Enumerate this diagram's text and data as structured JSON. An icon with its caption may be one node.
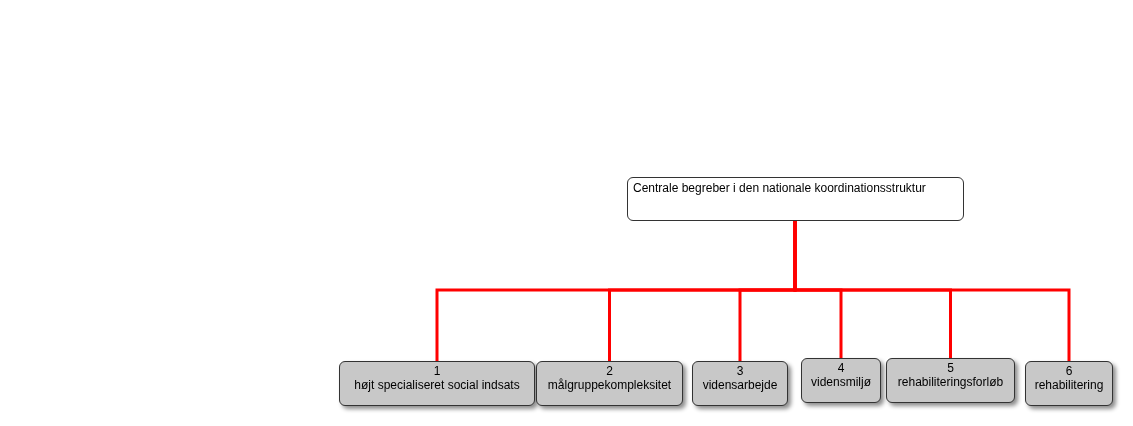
{
  "diagram": {
    "nodes": [
      {
        "text": [
          "Centrale begreber i den nationale koordinationsstruktur"
        ]
      },
      {
        "text": [
          "1",
          "højt specialiseret social indsats"
        ]
      },
      {
        "text": [
          "2",
          "målgruppekompleksitet"
        ]
      },
      {
        "text": [
          "3",
          "vidensarbejde"
        ]
      },
      {
        "text": [
          "4",
          "vidensmiljø"
        ]
      },
      {
        "text": [
          "5",
          "rehabiliteringsforløb"
        ]
      },
      {
        "text": [
          "6",
          "rehabilitering"
        ]
      }
    ],
    "edges": [
      {
        "from": 0,
        "to": 1,
        "arrow": "none"
      },
      {
        "from": 0,
        "to": 2,
        "arrow": "none"
      },
      {
        "from": 0,
        "to": 3,
        "arrow": "none"
      },
      {
        "from": 0,
        "to": 4,
        "arrow": "none"
      },
      {
        "from": 0,
        "to": 5,
        "arrow": "none"
      },
      {
        "from": 0,
        "to": 6,
        "arrow": "none"
      }
    ]
  }
}
